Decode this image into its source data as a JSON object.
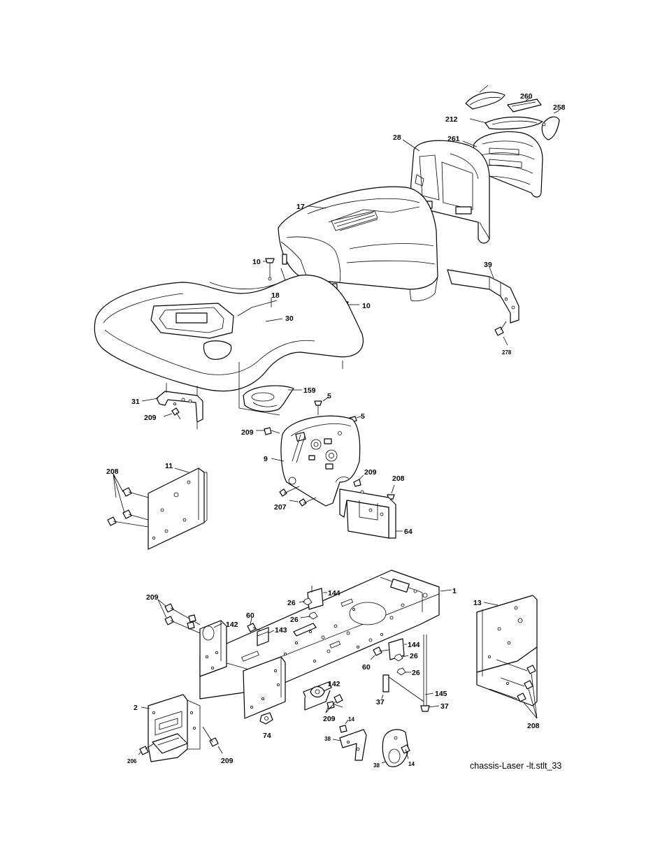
{
  "caption": "chassis-Laser -lt.stlt_33",
  "callouts": {
    "c260": "260",
    "c258": "258",
    "c212": "212",
    "c261": "261",
    "c28": "28",
    "c17": "17",
    "c39": "39",
    "c10a": "10",
    "c18": "18",
    "c10b": "10",
    "c30": "30",
    "c278": "278",
    "c31": "31",
    "c159": "159",
    "c209a": "209",
    "c5a": "5",
    "c5b": "5",
    "c209b": "209",
    "c9": "9",
    "c208a": "208",
    "c11": "11",
    "c209c": "209",
    "c208b": "208",
    "c207": "207",
    "c64": "64",
    "c209d": "209",
    "c144a": "144",
    "c26a": "26",
    "c1": "1",
    "c13": "13",
    "c60a": "60",
    "c26b": "26",
    "c142a": "142",
    "c143": "143",
    "c144b": "144",
    "c26c": "26",
    "c60b": "60",
    "c26d": "26",
    "c142b": "142",
    "c37a": "37",
    "c145": "145",
    "c37b": "37",
    "c2": "2",
    "c209e": "209",
    "c74": "74",
    "c14a": "14",
    "c38a": "38",
    "c208c": "208",
    "c206": "206",
    "c209f": "209",
    "c38b": "38",
    "c14b": "14"
  }
}
